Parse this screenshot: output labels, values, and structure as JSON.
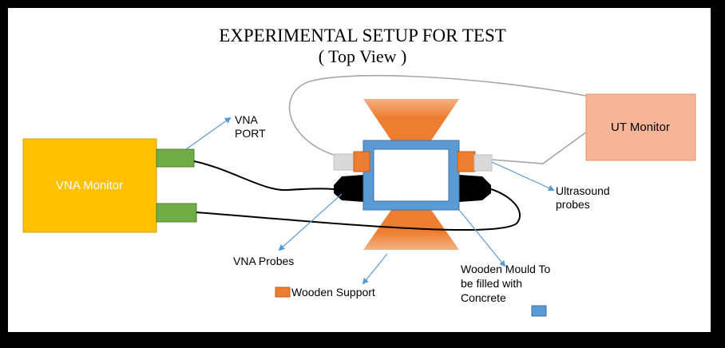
{
  "title": "EXPERIMENTAL SETUP FOR TEST",
  "subtitle": "( Top View )",
  "vna_monitor": {
    "label": "VNA Monitor",
    "color": "#FFC000"
  },
  "ut_monitor": {
    "label": "UT Monitor",
    "color": "#F8B597"
  },
  "labels": {
    "vna_port_line1": "VNA",
    "vna_port_line2": "PORT",
    "ultrasound_line1": "Ultrasound",
    "ultrasound_line2": "probes",
    "vna_probes": "VNA Probes",
    "mould_line1": "Wooden Mould To",
    "mould_line2": "be filled with",
    "mould_line3": "Concrete",
    "wooden_support": "Wooden Support"
  },
  "colors": {
    "support_orange": "#ED7D31",
    "mould_blue": "#5B9BD5",
    "port_green": "#70AD47",
    "probe_gray": "#D9D9D9",
    "arrow_blue": "#5B9BD5"
  }
}
